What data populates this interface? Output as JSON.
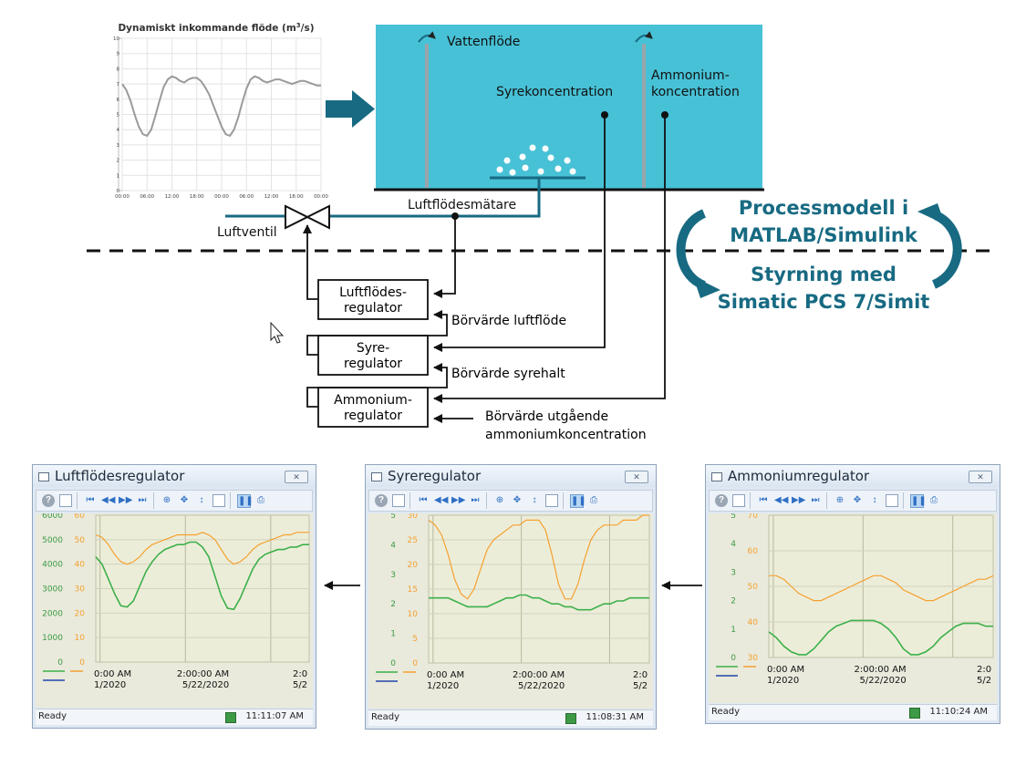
{
  "flow_chart": {
    "title": "Dynamiskt inkommande flöde (m",
    "title_sup": "3",
    "title_end": "/s)",
    "chart_data": {
      "type": "line",
      "title": "Dynamiskt inkommande flöde (m3/s)",
      "x_ticks": [
        "00:00",
        "06:00",
        "12:00",
        "18:00",
        "00:00",
        "06:00",
        "12:00",
        "18:00",
        "00:00"
      ],
      "y_ticks": [
        "0",
        "1",
        "2",
        "3",
        "4",
        "5",
        "6",
        "7",
        "8",
        "9",
        "10"
      ],
      "ylim": [
        0,
        10
      ],
      "grid": true,
      "series": [
        {
          "x": [
            0,
            1,
            2,
            3,
            4,
            5,
            6,
            7,
            8,
            9,
            10,
            11,
            12,
            13,
            14,
            15,
            16,
            17,
            18,
            19,
            20,
            21,
            22,
            23,
            24,
            25,
            26,
            27,
            28,
            29,
            30,
            31,
            32,
            33,
            34,
            35,
            36,
            37,
            38,
            39,
            40,
            41,
            42,
            43,
            44,
            45,
            46,
            47,
            48
          ],
          "values": [
            7.0,
            6.6,
            5.9,
            5.0,
            4.2,
            3.7,
            3.6,
            4.0,
            4.9,
            5.9,
            6.8,
            7.3,
            7.5,
            7.4,
            7.2,
            7.1,
            7.3,
            7.4,
            7.4,
            7.2,
            6.8,
            6.3,
            5.6,
            4.9,
            4.2,
            3.7,
            3.6,
            4.0,
            4.8,
            5.8,
            6.7,
            7.3,
            7.5,
            7.4,
            7.2,
            7.1,
            7.2,
            7.3,
            7.3,
            7.2,
            7.1,
            7.0,
            7.1,
            7.2,
            7.2,
            7.1,
            7.0,
            6.9,
            6.9
          ]
        }
      ]
    }
  },
  "tank": {
    "vattenflode": "Vattenflöde",
    "syre": "Syrekoncentration",
    "ammonium_1": "Ammonium-",
    "ammonium_2": "koncentration",
    "luftflodesmatare": "Luftflödesmätare",
    "luftventil": "Luftventil"
  },
  "controllers": {
    "luft_1": "Luftflödes-",
    "luft_2": "regulator",
    "syre_1": "Syre-",
    "syre_2": "regulator",
    "amm_1": "Ammonium-",
    "amm_2": "regulator",
    "bor_luft": "Börvärde luftflöde",
    "bor_syre": "Börvärde syrehalt",
    "bor_amm_1": "Börvärde utgående",
    "bor_amm_2": "ammoniumkoncentration"
  },
  "cycle": {
    "line1": "Processmodell i",
    "line2": "MATLAB/Simulink",
    "line3": "Styrning med",
    "line4": "Simatic PCS 7/Simit"
  },
  "colors": {
    "teal": "#176a82",
    "tank": "#47c1d6",
    "orange": "#f5a02e",
    "green": "#3cb04a",
    "blue": "#2244aa"
  },
  "windows": {
    "w1": {
      "title": "Luftflödesregulator",
      "status": "Ready",
      "time": "11:11:07 AM",
      "left_axis": [
        "0",
        "1000",
        "2000",
        "3000",
        "4000",
        "5000",
        "6000"
      ],
      "right_axis": [
        "0",
        "10",
        "20",
        "30",
        "40",
        "50",
        "60"
      ],
      "x_times": [
        "0:00 AM",
        "2:00:00 AM",
        "2:0"
      ],
      "x_dates": [
        "1/2020",
        "5/22/2020",
        "5/2"
      ],
      "chart_data": {
        "type": "line",
        "left_ylim": [
          0,
          6000
        ],
        "right_ylim": [
          0,
          60
        ],
        "series": [
          {
            "name": "",
            "axis": "right",
            "color": "#f5a02e",
            "values": [
              52,
              51,
              48,
              44,
              41,
              40,
              41,
              43,
              46,
              48,
              49,
              50,
              51,
              52,
              52,
              52,
              52,
              53,
              52,
              50,
              46,
              42,
              40,
              41,
              43,
              46,
              48,
              49,
              50,
              51,
              52,
              52,
              53,
              53,
              53
            ]
          },
          {
            "name": "",
            "axis": "left",
            "color": "#3cb04a",
            "values": [
              4300,
              4000,
              3400,
              2800,
              2300,
              2250,
              2500,
              3100,
              3700,
              4100,
              4400,
              4600,
              4700,
              4800,
              4800,
              4900,
              4900,
              4700,
              4300,
              3500,
              2700,
              2200,
              2150,
              2600,
              3200,
              3800,
              4200,
              4400,
              4500,
              4600,
              4600,
              4700,
              4700,
              4800,
              4800
            ]
          }
        ]
      }
    },
    "w2": {
      "title": "Syreregulator",
      "status": "Ready",
      "time": "11:08:31 AM",
      "left_axis": [
        "0",
        "1",
        "2",
        "3",
        "4",
        "5"
      ],
      "right_axis": [
        "0",
        "5",
        "10",
        "15",
        "20",
        "25",
        "30"
      ],
      "x_times": [
        "0:00 AM",
        "2:00:00 AM",
        "2:0"
      ],
      "x_dates": [
        "1/2020",
        "5/22/2020",
        "5/2"
      ],
      "chart_data": {
        "type": "line",
        "left_ylim": [
          0,
          5
        ],
        "right_ylim": [
          0,
          30
        ],
        "series": [
          {
            "name": "",
            "axis": "right",
            "color": "#f5a02e",
            "values": [
              29,
              28,
              26,
              22,
              17,
              14,
              13,
              15,
              19,
              23,
              25,
              26,
              27,
              28,
              28,
              29,
              29,
              29,
              27,
              22,
              16,
              13,
              13,
              16,
              21,
              25,
              27,
              28,
              28,
              28,
              29,
              29,
              29,
              30,
              30
            ]
          },
          {
            "name": "",
            "axis": "left",
            "color": "#3cb04a",
            "values": [
              2.2,
              2.2,
              2.2,
              2.2,
              2.1,
              2.0,
              1.9,
              1.9,
              1.9,
              1.9,
              2.0,
              2.1,
              2.2,
              2.2,
              2.3,
              2.3,
              2.2,
              2.2,
              2.1,
              2.0,
              2.0,
              1.9,
              1.9,
              1.8,
              1.8,
              1.8,
              1.9,
              2.0,
              2.0,
              2.1,
              2.1,
              2.2,
              2.2,
              2.2,
              2.2
            ]
          }
        ]
      }
    },
    "w3": {
      "title": "Ammoniumregulator",
      "status": "Ready",
      "time": "11:10:24 AM",
      "left_axis": [
        "0",
        "1",
        "2",
        "3",
        "4",
        "5"
      ],
      "right_axis": [
        "30",
        "40",
        "50",
        "60",
        "70"
      ],
      "x_times": [
        "0:00 AM",
        "2:00:00 AM",
        "2:0"
      ],
      "x_dates": [
        "1/2020",
        "5/22/2020",
        "5/2"
      ],
      "chart_data": {
        "type": "line",
        "left_ylim": [
          0,
          5
        ],
        "right_ylim": [
          30,
          70
        ],
        "series": [
          {
            "name": "",
            "axis": "right",
            "color": "#f5a02e",
            "values": [
              53,
              53,
              52,
              50,
              48,
              47,
              46,
              46,
              47,
              48,
              49,
              50,
              51,
              52,
              53,
              53,
              52,
              51,
              49,
              48,
              47,
              46,
              46,
              47,
              48,
              49,
              50,
              51,
              52,
              52,
              53
            ]
          },
          {
            "name": "",
            "axis": "left",
            "color": "#3cb04a",
            "values": [
              0.9,
              0.7,
              0.4,
              0.2,
              0.1,
              0.1,
              0.3,
              0.6,
              0.9,
              1.1,
              1.2,
              1.3,
              1.3,
              1.3,
              1.3,
              1.2,
              1.0,
              0.7,
              0.3,
              0.1,
              0.1,
              0.2,
              0.4,
              0.7,
              0.9,
              1.1,
              1.2,
              1.2,
              1.2,
              1.1,
              1.1
            ]
          }
        ]
      }
    }
  }
}
